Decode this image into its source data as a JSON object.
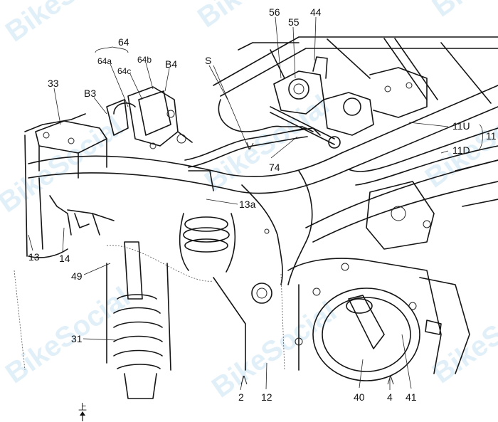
{
  "watermark": {
    "text": "BikeSocial"
  },
  "labels": {
    "l64": "64",
    "l64a": "64a",
    "l64b": "64b",
    "l64c": "64c",
    "lB4": "B4",
    "lB3": "B3",
    "l33": "33",
    "lS": "S",
    "l56": "56",
    "l55": "55",
    "l44": "44",
    "l11U": "11U",
    "l11": "11",
    "l11D": "11D",
    "l74": "74",
    "l13a": "13a",
    "l13": "13",
    "l14": "14",
    "l49": "49",
    "l31": "31",
    "l2": "2",
    "l12": "12",
    "l40": "40",
    "l4": "4",
    "l41": "41",
    "up": "上"
  }
}
